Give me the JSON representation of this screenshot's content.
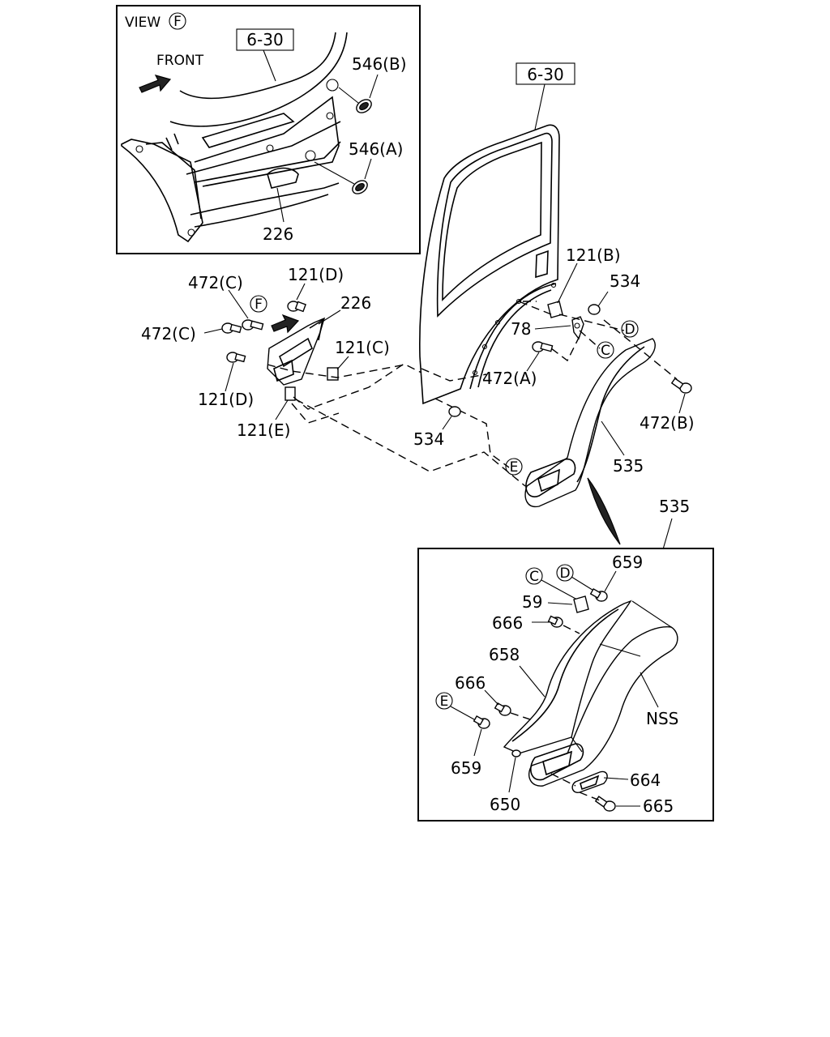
{
  "view_box": {
    "title": "VIEW",
    "view_letter": "F",
    "front_label": "FRONT",
    "ref_label": "6-30",
    "labels": {
      "p546b": "546(B)",
      "p546a": "546(A)",
      "p226": "226"
    }
  },
  "main": {
    "ref_label": "6-30",
    "labels": {
      "p121d_top": "121(D)",
      "p472c_top": "472(C)",
      "p226": "226",
      "p472c_left": "472(C)",
      "p121c": "121(C)",
      "p121d_bottom": "121(D)",
      "p121e": "121(E)",
      "p121b": "121(B)",
      "p534_top": "534",
      "p78": "78",
      "p472a": "472(A)",
      "p472b": "472(B)",
      "p534_bottom": "534",
      "p535": "535"
    },
    "circles": {
      "f": "F",
      "d": "D",
      "c": "C",
      "e": "E"
    }
  },
  "detail": {
    "title": "535",
    "labels": {
      "p659_top": "659",
      "p59": "59",
      "p666_top": "666",
      "p658": "658",
      "p666_bottom": "666",
      "nss": "NSS",
      "p659_bottom": "659",
      "p650": "650",
      "p664": "664",
      "p665": "665"
    },
    "circles": {
      "c": "C",
      "d": "D",
      "e": "E"
    }
  }
}
